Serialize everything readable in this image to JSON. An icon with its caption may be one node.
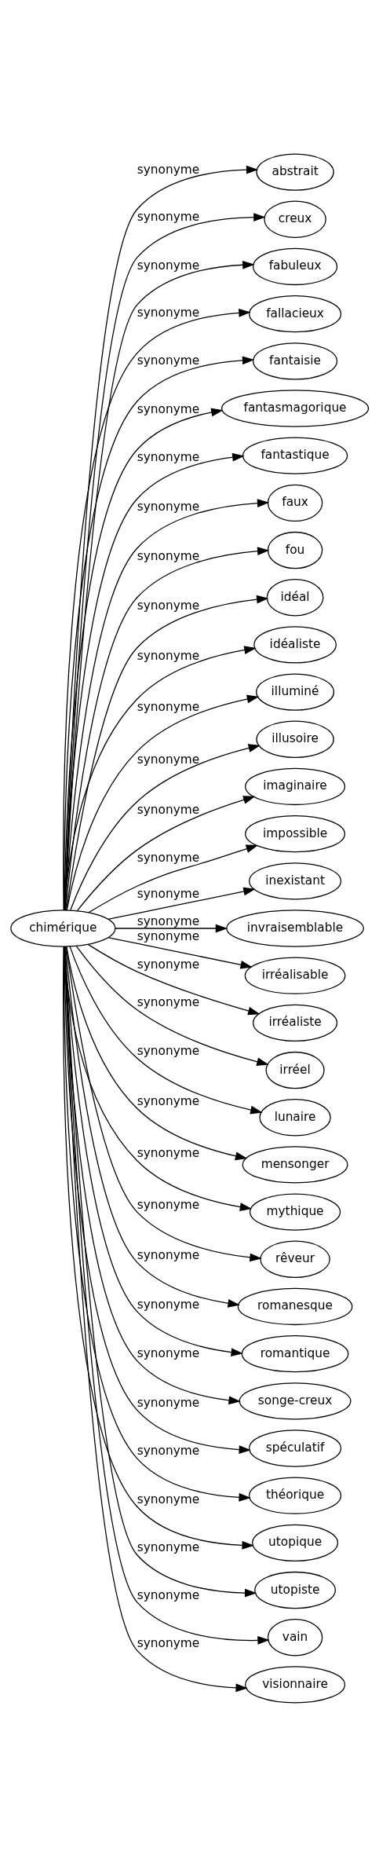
{
  "diagram": {
    "nodes": [
      {
        "text": [
          "chimérique"
        ]
      },
      {
        "text": [
          "abstrait"
        ]
      },
      {
        "text": [
          "creux"
        ]
      },
      {
        "text": [
          "fabuleux"
        ]
      },
      {
        "text": [
          "fallacieux"
        ]
      },
      {
        "text": [
          "fantaisie"
        ]
      },
      {
        "text": [
          "fantasmagorique"
        ]
      },
      {
        "text": [
          "fantastique"
        ]
      },
      {
        "text": [
          "faux"
        ]
      },
      {
        "text": [
          "fou"
        ]
      },
      {
        "text": [
          "idéal"
        ]
      },
      {
        "text": [
          "idéaliste"
        ]
      },
      {
        "text": [
          "illuminé"
        ]
      },
      {
        "text": [
          "illusoire"
        ]
      },
      {
        "text": [
          "imaginaire"
        ]
      },
      {
        "text": [
          "impossible"
        ]
      },
      {
        "text": [
          "inexistant"
        ]
      },
      {
        "text": [
          "invraisemblable"
        ]
      },
      {
        "text": [
          "irréalisable"
        ]
      },
      {
        "text": [
          "irréaliste"
        ]
      },
      {
        "text": [
          "irréel"
        ]
      },
      {
        "text": [
          "lunaire"
        ]
      },
      {
        "text": [
          "mensonger"
        ]
      },
      {
        "text": [
          "mythique"
        ]
      },
      {
        "text": [
          "rêveur"
        ]
      },
      {
        "text": [
          "romanesque"
        ]
      },
      {
        "text": [
          "romantique"
        ]
      },
      {
        "text": [
          "songe-creux"
        ]
      },
      {
        "text": [
          "spéculatif"
        ]
      },
      {
        "text": [
          "théorique"
        ]
      },
      {
        "text": [
          "utopique"
        ]
      },
      {
        "text": [
          "utopiste"
        ]
      },
      {
        "text": [
          "vain"
        ]
      },
      {
        "text": [
          "visionnaire"
        ]
      }
    ],
    "edges": [
      {
        "from": 0,
        "to": 1,
        "arrow": "to",
        "label": "synonyme"
      },
      {
        "from": 0,
        "to": 2,
        "arrow": "to",
        "label": "synonyme"
      },
      {
        "from": 0,
        "to": 3,
        "arrow": "to",
        "label": "synonyme"
      },
      {
        "from": 0,
        "to": 4,
        "arrow": "to",
        "label": "synonyme"
      },
      {
        "from": 0,
        "to": 5,
        "arrow": "to",
        "label": "synonyme"
      },
      {
        "from": 0,
        "to": 6,
        "arrow": "to",
        "label": "synonyme"
      },
      {
        "from": 0,
        "to": 7,
        "arrow": "to",
        "label": "synonyme"
      },
      {
        "from": 0,
        "to": 8,
        "arrow": "to",
        "label": "synonyme"
      },
      {
        "from": 0,
        "to": 9,
        "arrow": "to",
        "label": "synonyme"
      },
      {
        "from": 0,
        "to": 10,
        "arrow": "to",
        "label": "synonyme"
      },
      {
        "from": 0,
        "to": 11,
        "arrow": "to",
        "label": "synonyme"
      },
      {
        "from": 0,
        "to": 12,
        "arrow": "to",
        "label": "synonyme"
      },
      {
        "from": 0,
        "to": 13,
        "arrow": "to",
        "label": "synonyme"
      },
      {
        "from": 0,
        "to": 14,
        "arrow": "to",
        "label": "synonyme"
      },
      {
        "from": 0,
        "to": 15,
        "arrow": "to",
        "label": "synonyme"
      },
      {
        "from": 0,
        "to": 16,
        "arrow": "to",
        "label": "synonyme"
      },
      {
        "from": 0,
        "to": 17,
        "arrow": "to",
        "label": "synonyme"
      },
      {
        "from": 0,
        "to": 18,
        "arrow": "to",
        "label": "synonyme"
      },
      {
        "from": 0,
        "to": 19,
        "arrow": "to",
        "label": "synonyme"
      },
      {
        "from": 0,
        "to": 20,
        "arrow": "to",
        "label": "synonyme"
      },
      {
        "from": 0,
        "to": 21,
        "arrow": "to",
        "label": "synonyme"
      },
      {
        "from": 0,
        "to": 22,
        "arrow": "to",
        "label": "synonyme"
      },
      {
        "from": 0,
        "to": 23,
        "arrow": "to",
        "label": "synonyme"
      },
      {
        "from": 0,
        "to": 24,
        "arrow": "to",
        "label": "synonyme"
      },
      {
        "from": 0,
        "to": 25,
        "arrow": "to",
        "label": "synonyme"
      },
      {
        "from": 0,
        "to": 26,
        "arrow": "to",
        "label": "synonyme"
      },
      {
        "from": 0,
        "to": 27,
        "arrow": "to",
        "label": "synonyme"
      },
      {
        "from": 0,
        "to": 28,
        "arrow": "to",
        "label": "synonyme"
      },
      {
        "from": 0,
        "to": 29,
        "arrow": "to",
        "label": "synonyme"
      },
      {
        "from": 0,
        "to": 30,
        "arrow": "to",
        "label": "synonyme"
      },
      {
        "from": 0,
        "to": 31,
        "arrow": "to",
        "label": "synonyme"
      },
      {
        "from": 0,
        "to": 32,
        "arrow": "to",
        "label": "synonyme"
      },
      {
        "from": 0,
        "to": 33,
        "arrow": "to",
        "label": "synonyme"
      }
    ]
  }
}
